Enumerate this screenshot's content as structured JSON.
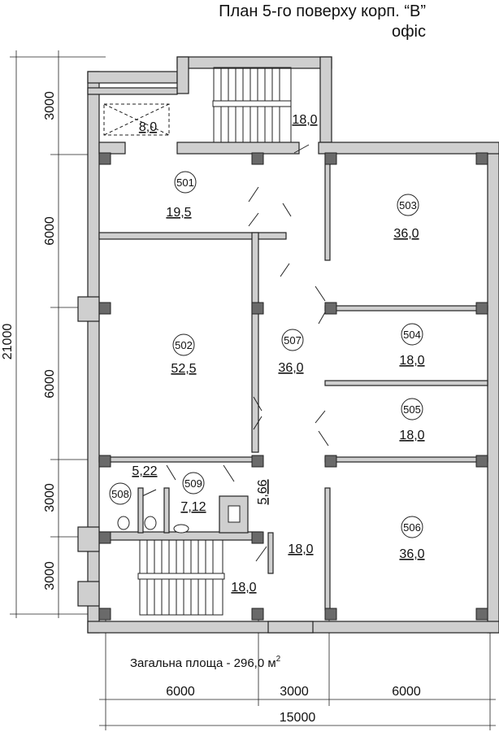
{
  "title": {
    "line1": "План 5-го поверху корп. “В”",
    "line2": "офіс"
  },
  "rooms": [
    {
      "number": "501",
      "area": "19,5"
    },
    {
      "number": "502",
      "area": "52,5"
    },
    {
      "number": "503",
      "area": "36,0"
    },
    {
      "number": "504",
      "area": "18,0"
    },
    {
      "number": "505",
      "area": "18,0"
    },
    {
      "number": "506",
      "area": "36,0"
    },
    {
      "number": "507",
      "area": "36,0"
    },
    {
      "number": "508",
      "area": "5,22"
    },
    {
      "number": "509",
      "area": "7,12"
    }
  ],
  "other_areas": {
    "elevator": "8,0",
    "stair_top": "18,0",
    "corridor_bottom": "18,0",
    "stair_bottom": "18,0",
    "vestibule": "5,66"
  },
  "total_area": {
    "label": "Загальна площа - 296,0 м",
    "sup": "2"
  },
  "dimensions": {
    "left_total": "21000",
    "left_segments": [
      "3000",
      "6000",
      "6000",
      "3000",
      "3000"
    ],
    "bottom_segments": [
      "6000",
      "3000",
      "6000"
    ],
    "bottom_total": "15000"
  }
}
